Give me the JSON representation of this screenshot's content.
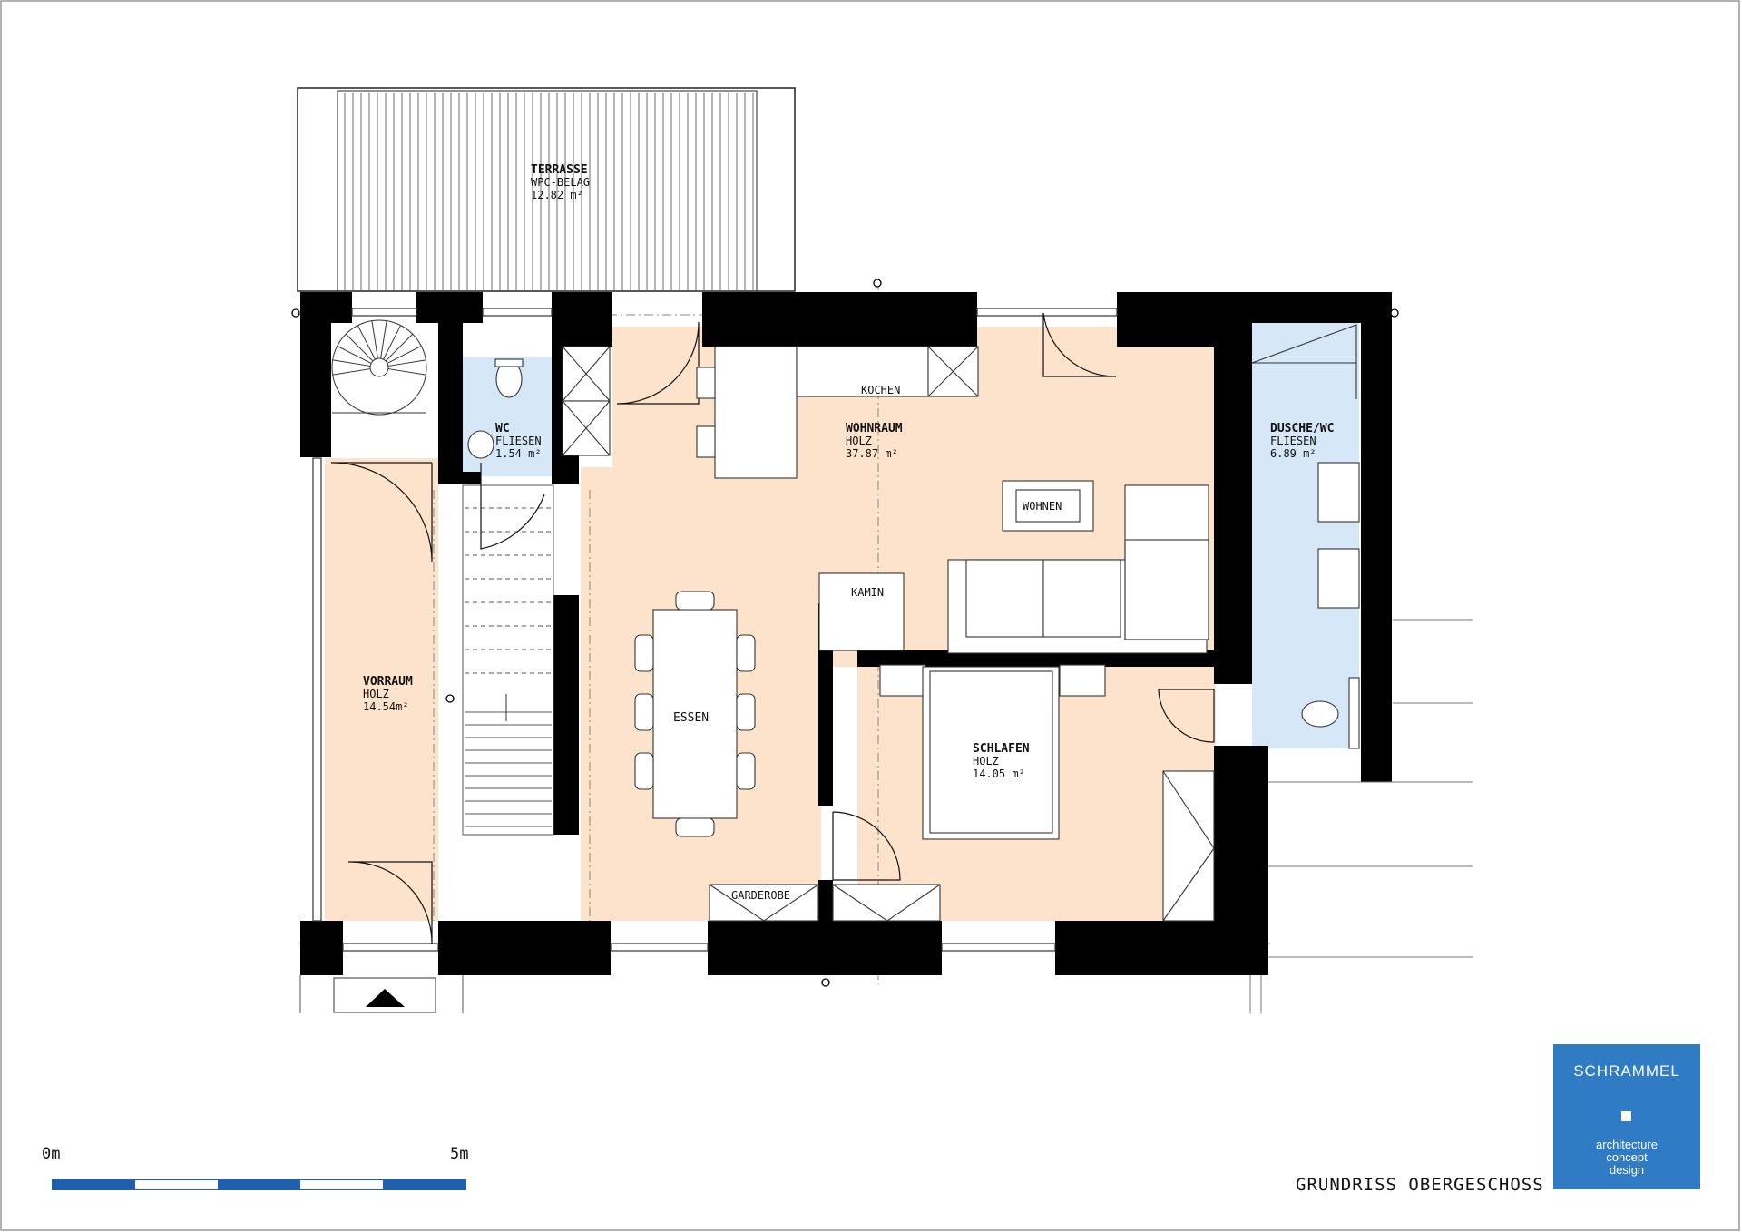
{
  "rooms": {
    "terrasse": {
      "name": "TERRASSE",
      "material": "WPC-BELAG",
      "area": "12.82 m²"
    },
    "wc": {
      "name": "WC",
      "material": "FLIESEN",
      "area": "1.54 m²"
    },
    "wohnraum": {
      "name": "WOHNRAUM",
      "material": "HOLZ",
      "area": "37.87 m²"
    },
    "dusche": {
      "name": "DUSCHE/WC",
      "material": "FLIESEN",
      "area": "6.89 m²"
    },
    "vorraum": {
      "name": "VORRAUM",
      "material": "HOLZ",
      "area": "14.54m²"
    },
    "schlafen": {
      "name": "SCHLAFEN",
      "material": "HOLZ",
      "area": "14.05 m²"
    }
  },
  "zones": {
    "kochen": "KOCHEN",
    "wohnen": "WOHNEN",
    "kamin": "KAMIN",
    "essen": "ESSEN",
    "garderobe": "GARDEROBE"
  },
  "title": "GRUNDRISS OBERGESCHOSS",
  "scale": {
    "start": "0m",
    "end": "5m",
    "segments": 5
  },
  "logo": {
    "name": "SCHRAMMEL",
    "tagline_1": "architecture",
    "tagline_2": "concept",
    "tagline_3": "design",
    "color": "#2f7bc4"
  },
  "colors": {
    "floor_wood": "#fde3cc",
    "floor_tile": "#d6e7f8",
    "wall": "#000000"
  }
}
